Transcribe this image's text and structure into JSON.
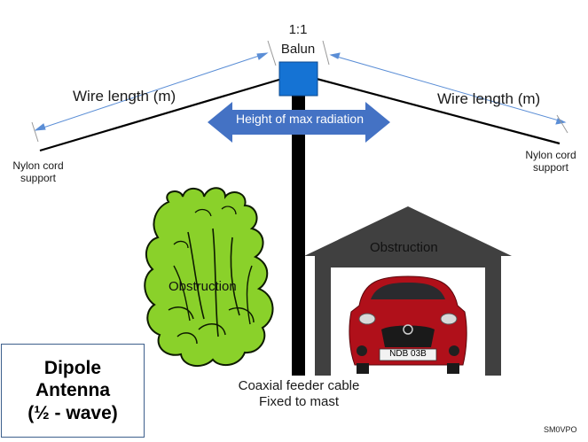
{
  "balun": {
    "ratio": "1:1",
    "label": "Balun"
  },
  "wire": {
    "left_label": "Wire length (m)",
    "right_label": "Wire length (m)"
  },
  "supports": {
    "left": {
      "line1": "Nylon cord",
      "line2": "support"
    },
    "right": {
      "line1": "Nylon cord",
      "line2": "support"
    }
  },
  "radiation_arrow": {
    "label": "Height of max radiation"
  },
  "obstructions": {
    "tree_label": "Obstruction",
    "garage_label": "Obstruction"
  },
  "car": {
    "plate": "NDB 03B"
  },
  "feeder": {
    "line1": "Coaxial feeder cable",
    "line2": "Fixed to mast"
  },
  "title": {
    "line1": "Dipole",
    "line2": "Antenna",
    "line3": "(½  - wave)"
  },
  "credit": "SM0VPO",
  "colors": {
    "balun": "#1573d4",
    "arrow": "#4472c4",
    "foliage": "#8ad12a",
    "foliage_dark": "#0d1a00",
    "garage": "#404040",
    "car_body": "#b0101a",
    "mast": "#000000",
    "title_border": "#3d5f8c",
    "dim_line": "#5b8ed6"
  }
}
